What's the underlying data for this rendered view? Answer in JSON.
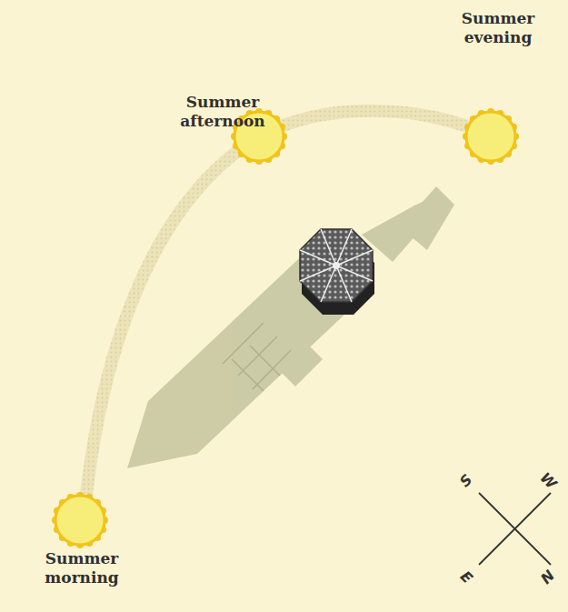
{
  "diagram": {
    "labels": [
      "Summer afternoon",
      "Summer evening",
      "Summer morning",
      "S",
      "W",
      "E",
      "N"
    ]
  }
}
